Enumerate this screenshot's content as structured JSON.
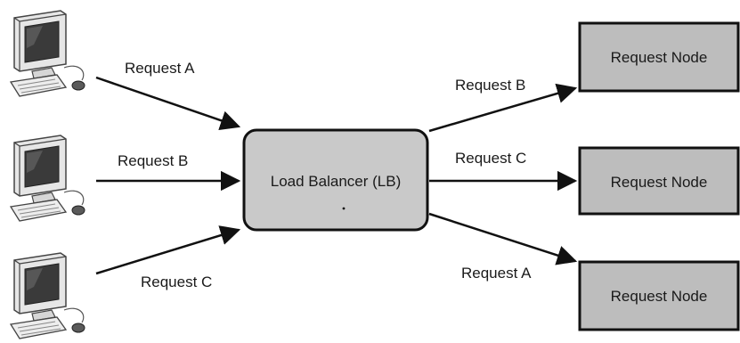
{
  "diagram": {
    "clients": [
      {
        "request_label": "Request A"
      },
      {
        "request_label": "Request B"
      },
      {
        "request_label": "Request C"
      }
    ],
    "load_balancer": {
      "label": "Load Balancer (LB)",
      "fill": "#c9c9c9"
    },
    "outbound_requests": [
      {
        "label": "Request B"
      },
      {
        "label": "Request C"
      },
      {
        "label": "Request A"
      }
    ],
    "nodes": [
      {
        "label": "Request Node"
      },
      {
        "label": "Request Node"
      },
      {
        "label": "Request Node"
      }
    ],
    "colors": {
      "box_fill": "#bdbdbd",
      "stroke": "#111111"
    }
  }
}
